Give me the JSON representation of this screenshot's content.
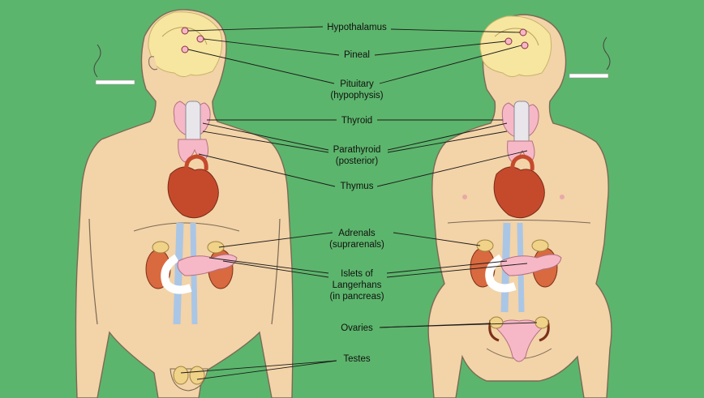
{
  "colors": {
    "background": "#5cb56c",
    "skin": "#f3d3a8",
    "skin_outline": "#7a6a55",
    "brain": "#f7e6a0",
    "gland_pink": "#f6b8c6",
    "heart": "#c54a2c",
    "kidney": "#d9693f",
    "vessel_blue": "#aac6e6",
    "leader_line": "#1a1a1a"
  },
  "labels": {
    "hypothalamus": "Hypothalamus",
    "pineal": "Pineal",
    "pituitary": [
      "Pituitary",
      "(hypophysis)"
    ],
    "thyroid": "Thyroid",
    "parathyroid": [
      "Parathyroid",
      "(posterior)"
    ],
    "thymus": "Thymus",
    "adrenals": [
      "Adrenals",
      "(suprarenals)"
    ],
    "islets": [
      "Islets of",
      "Langerhans",
      "(in pancreas)"
    ],
    "ovaries": "Ovaries",
    "testes": "Testes"
  },
  "figures": {
    "male": {
      "smoking": true
    },
    "female": {
      "smoking": true
    }
  }
}
